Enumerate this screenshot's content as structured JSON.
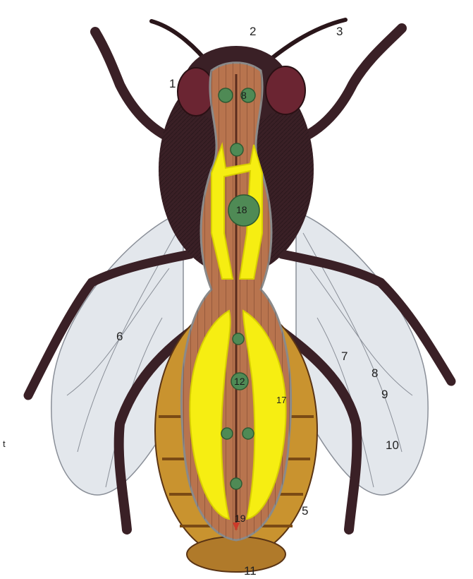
{
  "labels": {
    "n1": "1",
    "n2": "2",
    "n3": "3",
    "n5": "5",
    "n6": "6",
    "n7": "7",
    "n8": "8",
    "n9": "9",
    "n10": "10",
    "n11": "11",
    "n8b": "8",
    "n18": "18",
    "n12": "12",
    "n17": "17",
    "n19": "19",
    "left_edge": "t"
  },
  "colors": {
    "body_dark": "#3a2026",
    "hair": "#7a5a3a",
    "wing_fill": "#d9dfe6",
    "wing_vein": "#8a8f98",
    "nerve_fill": "#b8744e",
    "nerve_stripe": "#5a2c1e",
    "ganglion": "#4f8a55",
    "gland_yellow": "#f6ee12",
    "outline_gray": "#8a8a8a",
    "eye": "#6b2532",
    "abdomen_band": "#c9932f",
    "sting": "#cc3b2a"
  }
}
